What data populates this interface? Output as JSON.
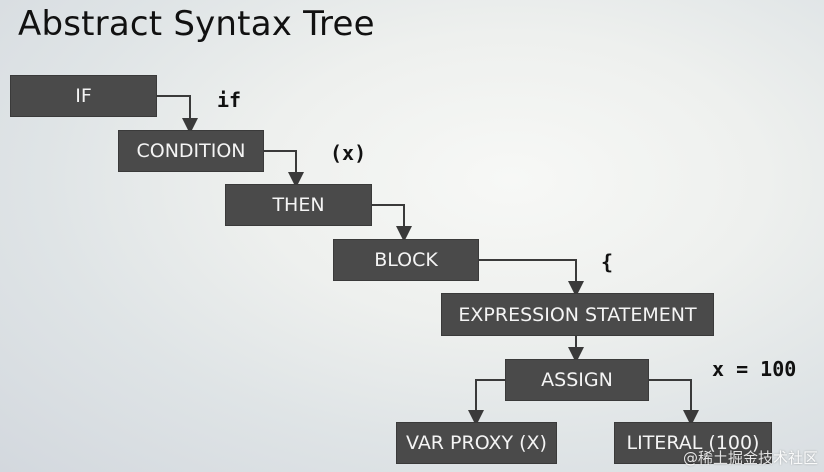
{
  "title": "Abstract Syntax Tree",
  "nodes": {
    "if": "IF",
    "condition": "CONDITION",
    "then": "THEN",
    "block": "BLOCK",
    "expression_statement": "EXPRESSION STATEMENT",
    "assign": "ASSIGN",
    "var_proxy": "VAR PROXY (X)",
    "literal": "LITERAL (100)"
  },
  "code": {
    "if": "if",
    "condition": "(x)",
    "block": "{",
    "assign": "x = 100"
  },
  "watermark": "@稀土掘金技术社区",
  "colors": {
    "node_fill": "#4a4a4a",
    "node_text": "#f4f4f4",
    "arrow": "#3a3a3a"
  }
}
